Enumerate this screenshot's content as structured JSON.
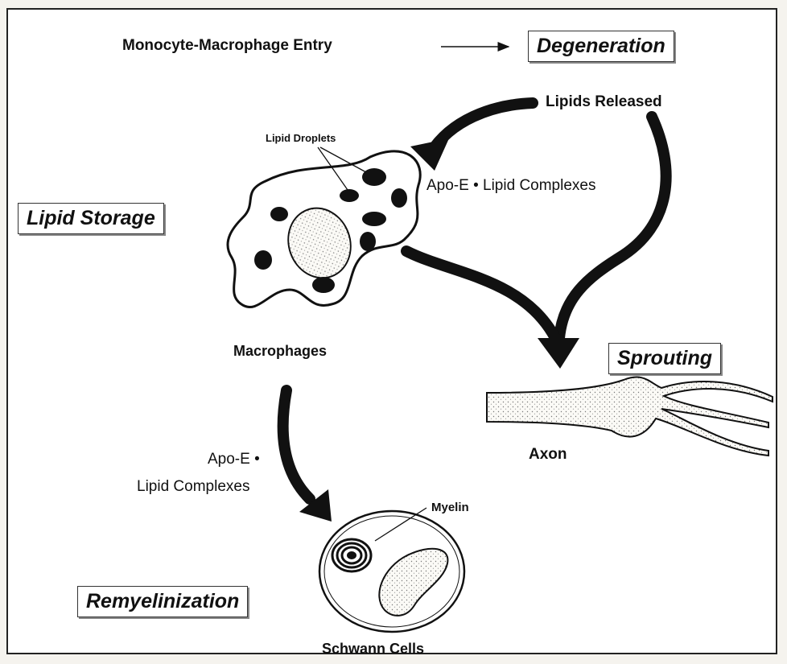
{
  "diagram": {
    "top_label": "Monocyte-Macrophage Entry",
    "stage_degeneration": "Degeneration",
    "lipids_released": "Lipids Released",
    "lipid_droplets": "Lipid Droplets",
    "apoe_complexes_top": "Apo-E • Lipid Complexes",
    "stage_lipid_storage": "Lipid Storage",
    "macrophages": "Macrophages",
    "stage_sprouting": "Sprouting",
    "axon": "Axon",
    "apoe_line1": "Apo-E •",
    "apoe_line2": "Lipid Complexes",
    "myelin": "Myelin",
    "stage_remyelinization": "Remyelinization",
    "schwann_cells": "Schwann Cells"
  }
}
